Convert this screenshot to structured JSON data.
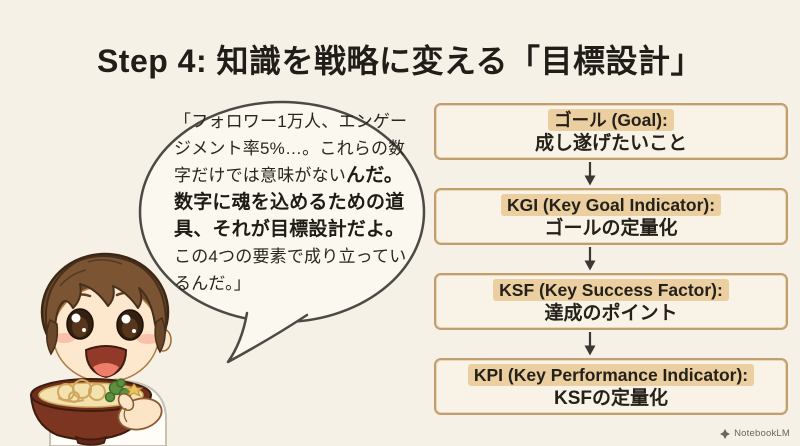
{
  "page": {
    "title": "Step 4: 知識を戦略に変える「目標設計」",
    "background_color": "#f6f1e6"
  },
  "bubble": {
    "seg1": "「フォロワー1万人、エンゲージメント率5%…。これらの数字だけでは意味がない",
    "seg2_bold": "んだ。数字に魂を込めるための道具、それが目標設計だよ。",
    "seg3": "この4つの要素で成り立っているんだ。」"
  },
  "flow": {
    "boxes": [
      {
        "header": "ゴール (Goal):",
        "sub": "成し遂げたいこと"
      },
      {
        "header": "KGI (Key Goal Indicator):",
        "sub": "ゴールの定量化"
      },
      {
        "header": "KSF (Key Success Factor):",
        "sub": "達成のポイント"
      },
      {
        "header": "KPI (Key Performance Indicator):",
        "sub": "KSFの定量化"
      }
    ],
    "box_border_color": "#c29d6f",
    "header_highlight_color": "#eccfa0",
    "arrow_color": "#3a3833"
  },
  "icons": {
    "arrow": "arrow-down-icon",
    "character": "boy-holding-udon-bowl-illustration",
    "watermark_logo": "notebooklm-logo-icon"
  },
  "watermark": {
    "label": "NotebookLM"
  }
}
